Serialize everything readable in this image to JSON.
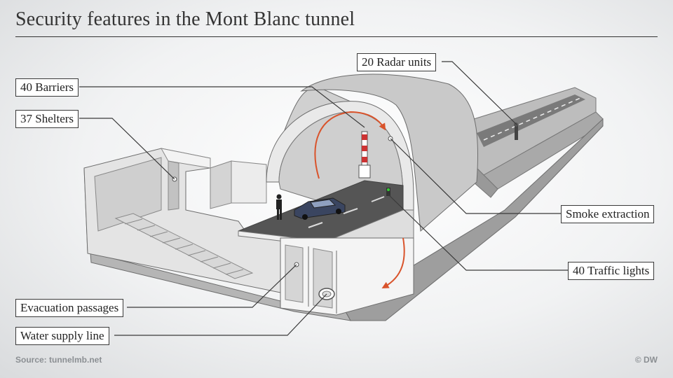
{
  "title": "Security features in the Mont Blanc tunnel",
  "labels": {
    "barriers": "40 Barriers",
    "shelters": "37 Shelters",
    "radar": "20 Radar units",
    "smoke": "Smoke extraction",
    "traffic_lights": "40 Traffic lights",
    "evacuation": "Evacuation passages",
    "water": "Water supply line"
  },
  "source": "Source: tunnelmb.net",
  "credit": "© DW",
  "colors": {
    "accent_arrow": "#d9532b",
    "line": "#3a3a3a",
    "tunnel_gray": "#c8c8c8",
    "road": "#555555"
  }
}
